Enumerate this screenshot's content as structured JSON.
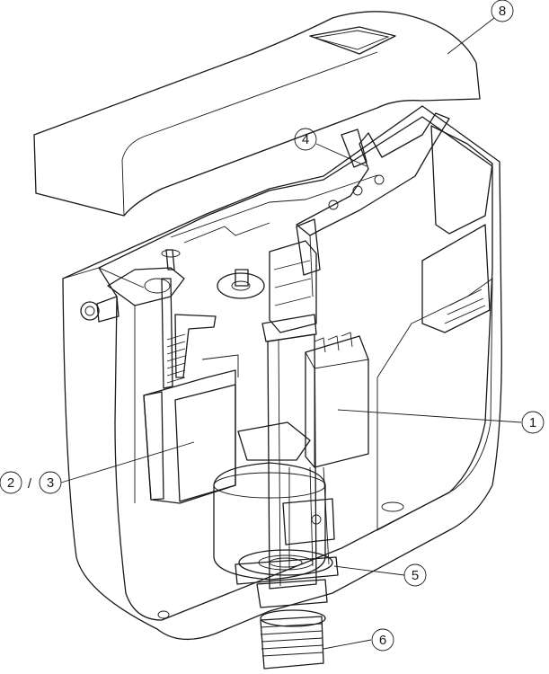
{
  "callouts": [
    {
      "id": "1",
      "label": "1"
    },
    {
      "id": "2",
      "label": "2"
    },
    {
      "id": "sep",
      "label": "/"
    },
    {
      "id": "3",
      "label": "3"
    },
    {
      "id": "4",
      "label": "4"
    },
    {
      "id": "5",
      "label": "5"
    },
    {
      "id": "6",
      "label": "6"
    },
    {
      "id": "8",
      "label": "8"
    }
  ],
  "colors": {
    "outline": "#1a1a1a",
    "tank_fill": "#ffffff",
    "lid_fill": "#f2f2f2",
    "interior_light": "#e6e6e6",
    "interior_mid": "#cfcfcf",
    "interior_dark": "#9a9a9a",
    "part_darkest": "#6e6e6e"
  }
}
